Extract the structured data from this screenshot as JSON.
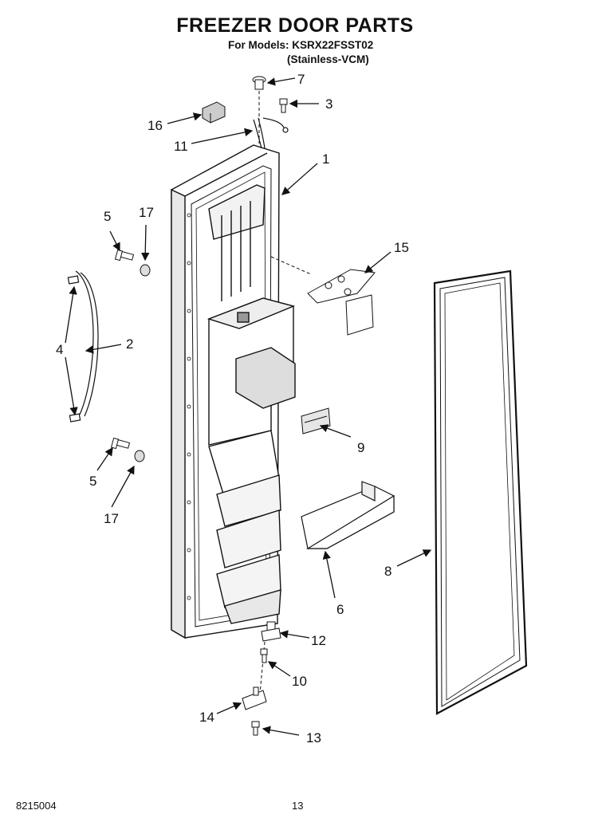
{
  "header": {
    "title": "FREEZER DOOR PARTS",
    "models": "For Models: KSRX22FSST02",
    "variant": "(Stainless-VCM)"
  },
  "callouts": {
    "c1": "1",
    "c2": "2",
    "c3": "3",
    "c4": "4",
    "c5a": "5",
    "c5b": "5",
    "c6": "6",
    "c7": "7",
    "c8": "8",
    "c9": "9",
    "c10": "10",
    "c11": "11",
    "c12": "12",
    "c13": "13",
    "c14": "14",
    "c15": "15",
    "c16": "16",
    "c17a": "17",
    "c17b": "17"
  },
  "footer": {
    "doc_number": "8215004",
    "page_number": "13"
  }
}
